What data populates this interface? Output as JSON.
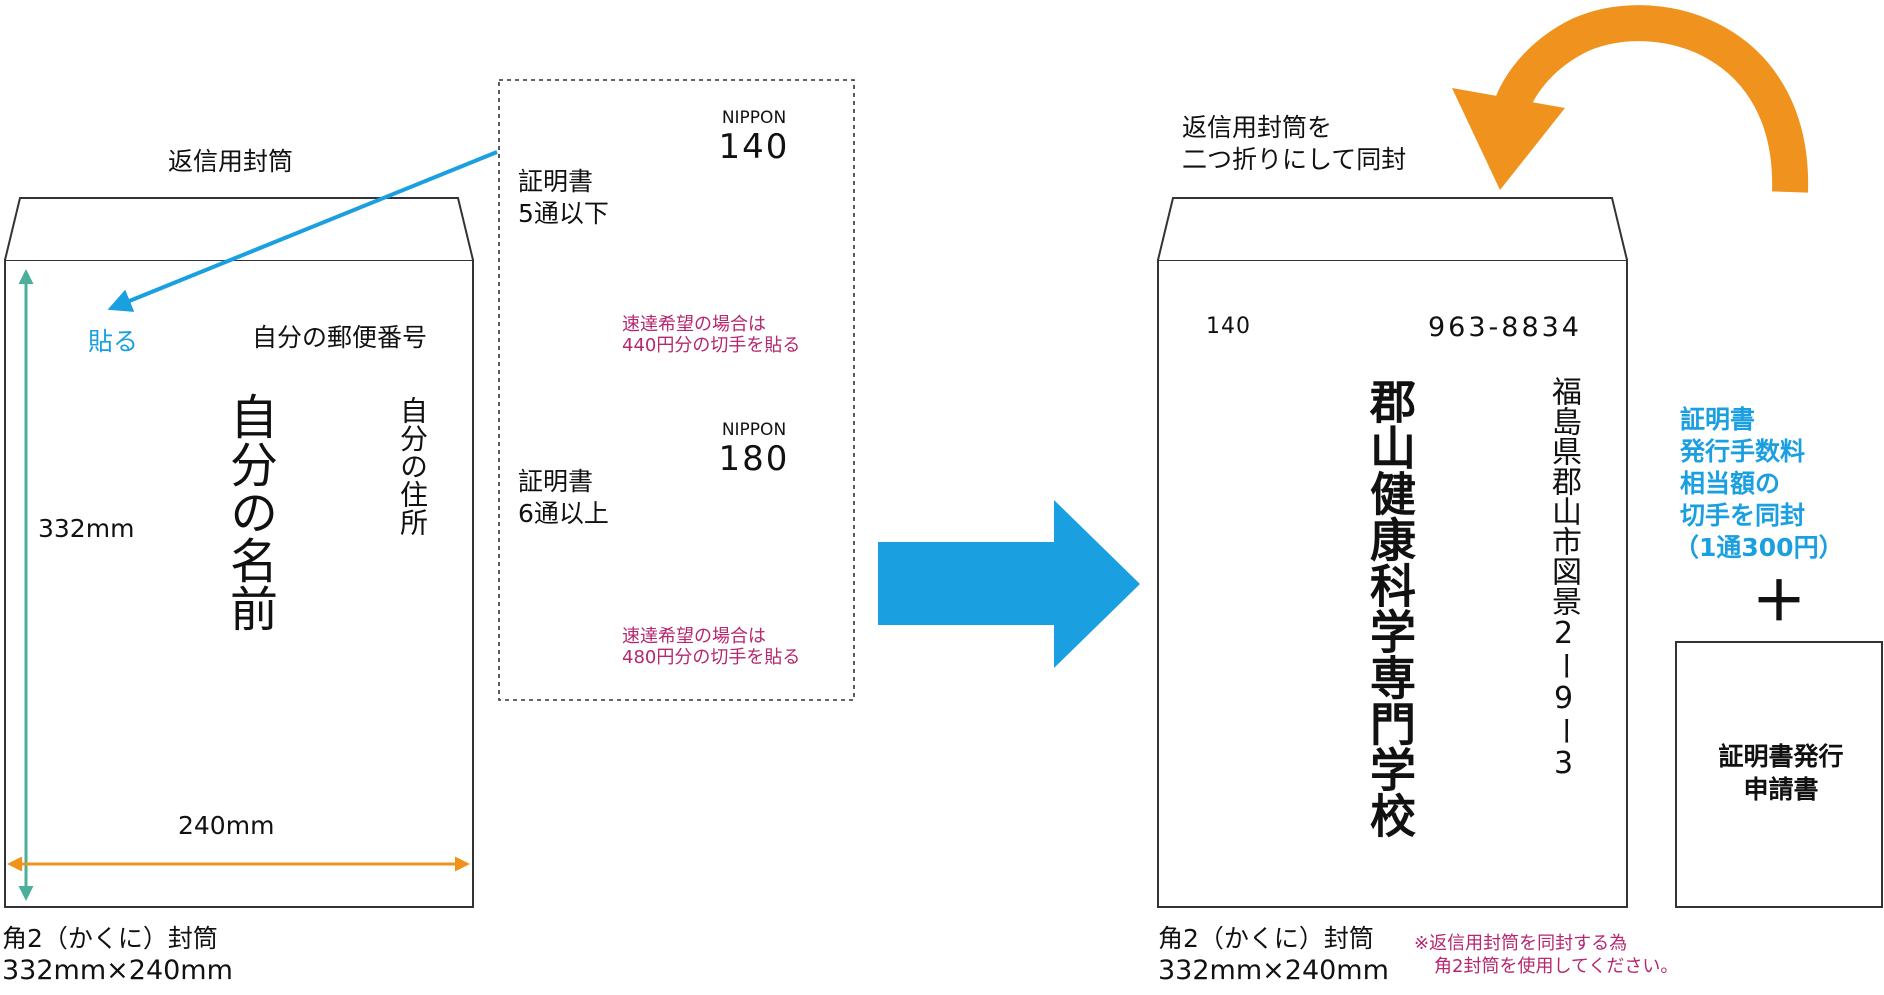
{
  "left_envelope": {
    "top_label": "返信用封筒",
    "paste_label": "貼る",
    "postal_label": "自分の郵便番号",
    "name_label": "自分の名前",
    "address_label": "自分の住所",
    "height_dim": "332mm",
    "width_dim": "240mm",
    "caption_line1": "角2（かくに）封筒",
    "caption_line2": "332mm×240mm"
  },
  "stamp_panel": {
    "stamp1": {
      "country": "NIPPON",
      "value": "140",
      "condition_line1": "証明書",
      "condition_line2": "5通以下",
      "express_line1": "速達希望の場合は",
      "express_line2": "440円分の切手を貼る"
    },
    "stamp2": {
      "country": "NIPPON",
      "value": "180",
      "condition_line1": "証明書",
      "condition_line2": "6通以上",
      "express_line1": "速達希望の場合は",
      "express_line2": "480円分の切手を貼る"
    }
  },
  "right_envelope": {
    "top_label_line1": "返信用封筒を",
    "top_label_line2": "二つ折りにして同封",
    "stamp_value": "140",
    "postal_code": "963-8834",
    "school_name": "郡山健康科学専門学校",
    "address": "福島県郡山市図景2ー9ー3",
    "caption_line1": "角2（かくに）封筒",
    "caption_line2": "332mm×240mm",
    "note_line1": "※返信用封筒を同封する為",
    "note_line2": "角2封筒を使用してください。"
  },
  "fee_note": {
    "line1": "証明書",
    "line2": "発行手数料",
    "line3": "相当額の",
    "line4": "切手を同封",
    "line5": "（1通300円）"
  },
  "plus_sign": "＋",
  "application_form": {
    "line1": "証明書発行",
    "line2": "申請書"
  },
  "colors": {
    "blue": "#1a9fe0",
    "orange": "#f0931e",
    "teal": "#4caf9a",
    "pink": "#b5276f",
    "outline": "#333333"
  }
}
